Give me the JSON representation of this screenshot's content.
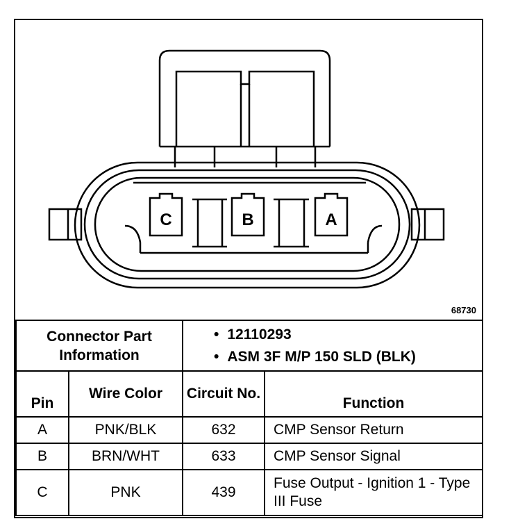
{
  "connector": {
    "pin_labels": [
      "C",
      "B",
      "A"
    ],
    "figure_number": "68730"
  },
  "part_info": {
    "header": "Connector Part Information",
    "items": [
      "12110293",
      "ASM 3F M/P 150 SLD (BLK)"
    ]
  },
  "table": {
    "headers": {
      "pin": "Pin",
      "wire_color": "Wire Color",
      "circuit": "Circuit No.",
      "function": "Function"
    },
    "rows": [
      {
        "pin": "A",
        "wire_color": "PNK/BLK",
        "circuit": "632",
        "function": "CMP Sensor Return"
      },
      {
        "pin": "B",
        "wire_color": "BRN/WHT",
        "circuit": "633",
        "function": "CMP Sensor Signal"
      },
      {
        "pin": "C",
        "wire_color": "PNK",
        "circuit": "439",
        "function": "Fuse Output - Ignition 1 - Type III Fuse"
      }
    ]
  }
}
